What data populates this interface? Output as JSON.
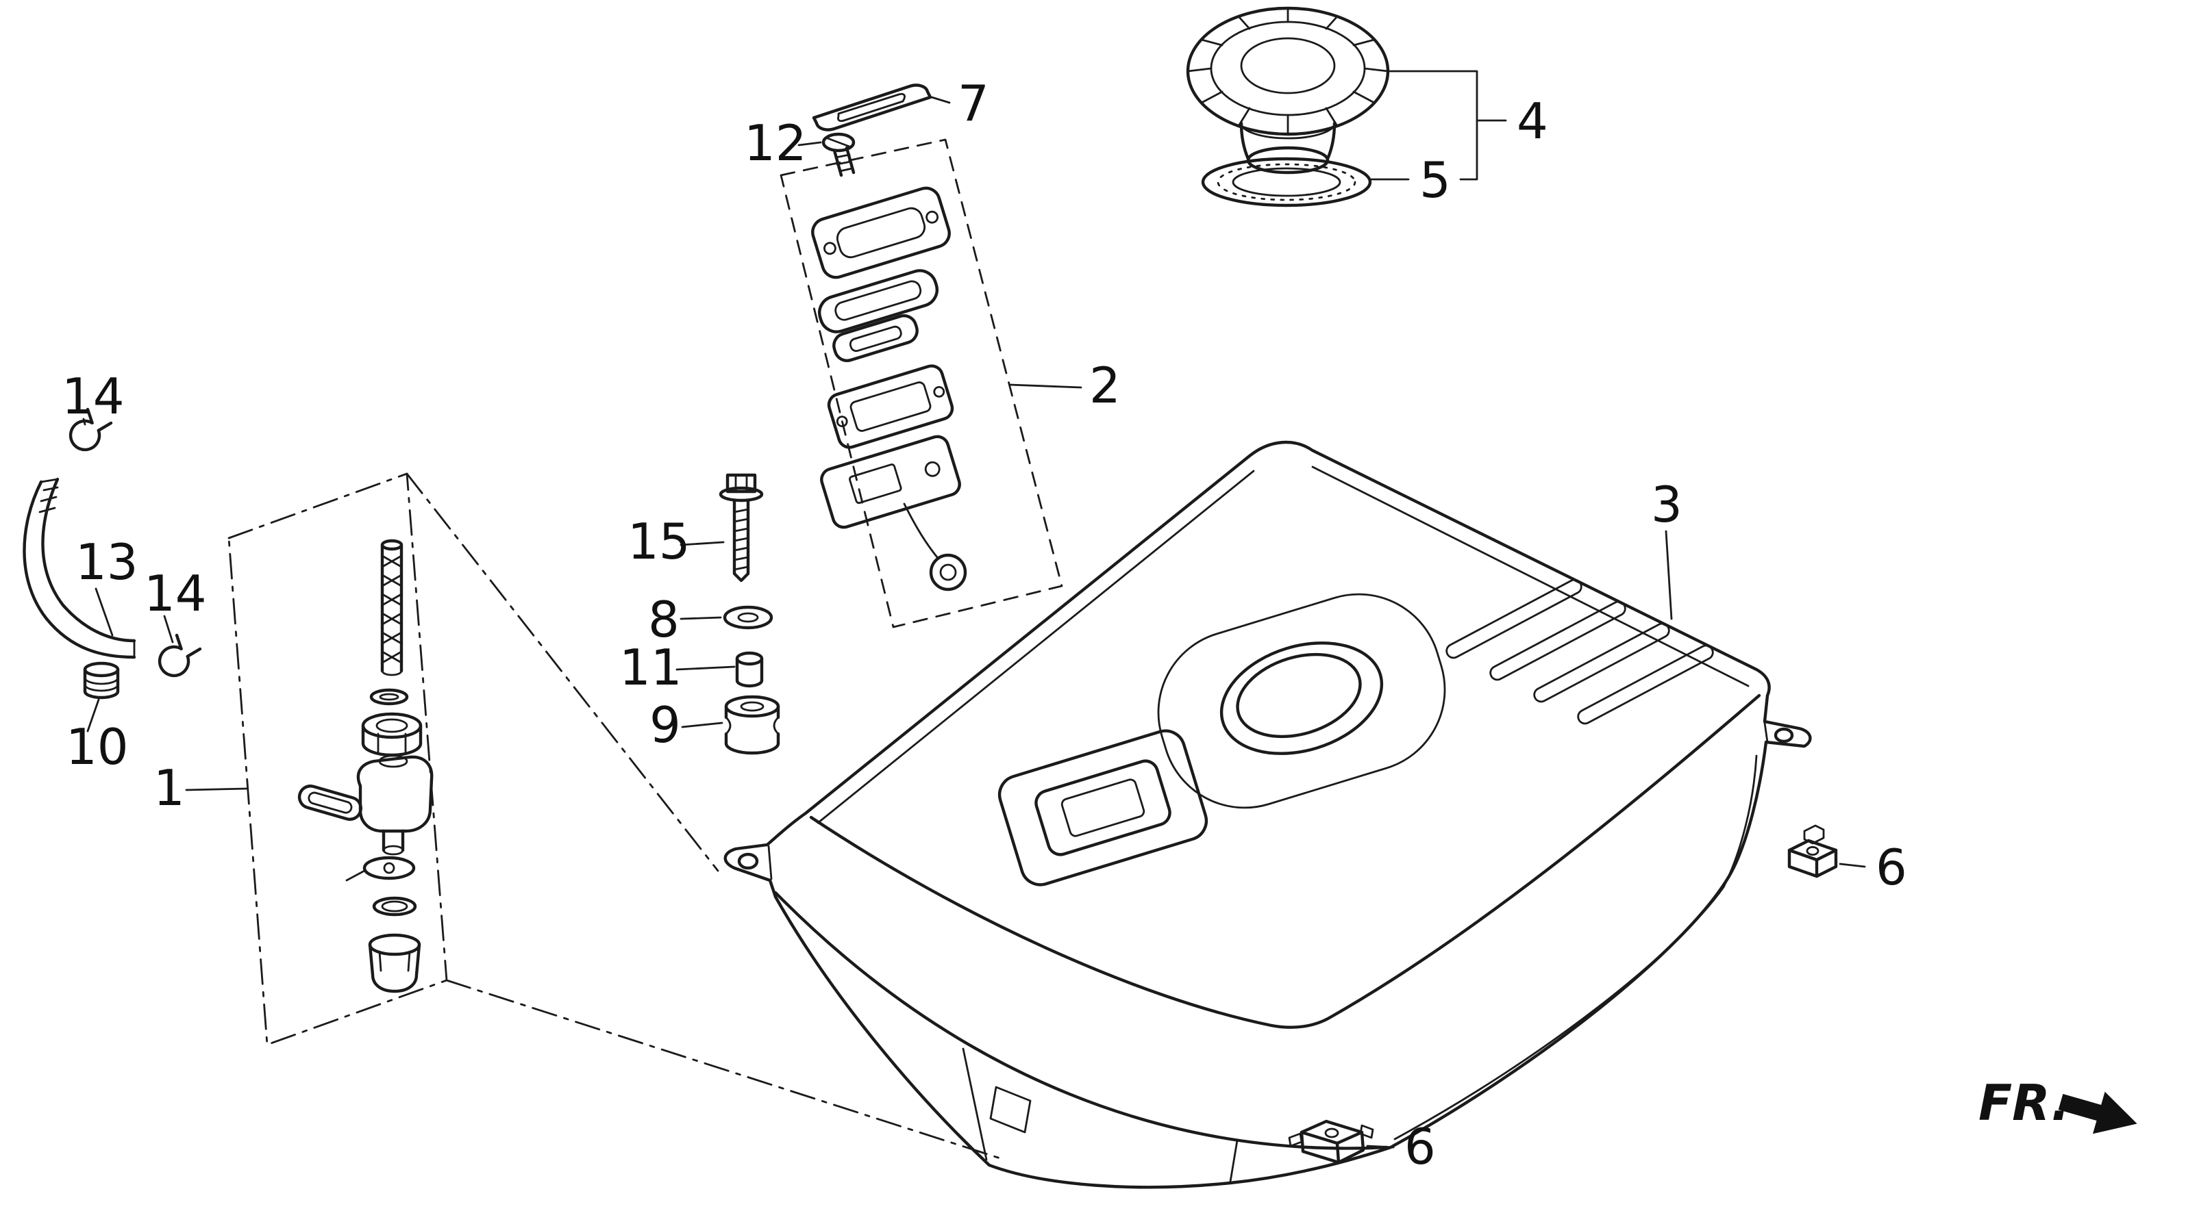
{
  "page": {
    "background": "#ffffff",
    "ink": "#1b1b1b"
  },
  "diagram": {
    "direction_indicator": "FR.",
    "callouts": {
      "c1": "1",
      "c2": "2",
      "c3": "3",
      "c4": "4",
      "c5": "5",
      "c6a": "6",
      "c6b": "6",
      "c7": "7",
      "c8": "8",
      "c9": "9",
      "c10": "10",
      "c11": "11",
      "c12": "12",
      "c13": "13",
      "c14a": "14",
      "c14b": "14",
      "c15": "15"
    }
  }
}
